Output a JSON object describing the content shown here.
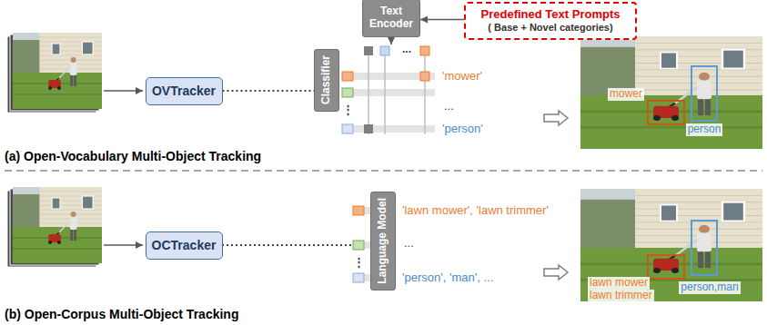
{
  "diagram": {
    "nodes": [
      {
        "text": [
          "OVTracker"
        ]
      },
      {
        "text": [
          "Classifier"
        ]
      },
      {
        "text": [
          "Text Encoder"
        ]
      },
      {
        "text": [
          "Predefined Text Prompts",
          "( Base + Novel categories)"
        ]
      },
      {
        "text": [
          "OCTracker"
        ]
      },
      {
        "text": [
          "Language Model"
        ]
      }
    ],
    "edges": [
      {
        "from": 0,
        "to": 1,
        "arrow": "none"
      },
      {
        "from": 3,
        "to": 2,
        "arrow": "to"
      }
    ],
    "labels": [
      "...",
      "'mower'",
      "...",
      "'person'",
      "⋮",
      "mower",
      "person",
      "(a) Open-Vocabulary Multi-Object Tracking",
      "⋮",
      "'lawn mower', 'lawn trimmer'",
      "...",
      "'person', 'man', ...",
      "lawn mower",
      "lawn trimmer",
      "person,man",
      "(b) Open-Corpus Multi-Object Tracking"
    ]
  }
}
